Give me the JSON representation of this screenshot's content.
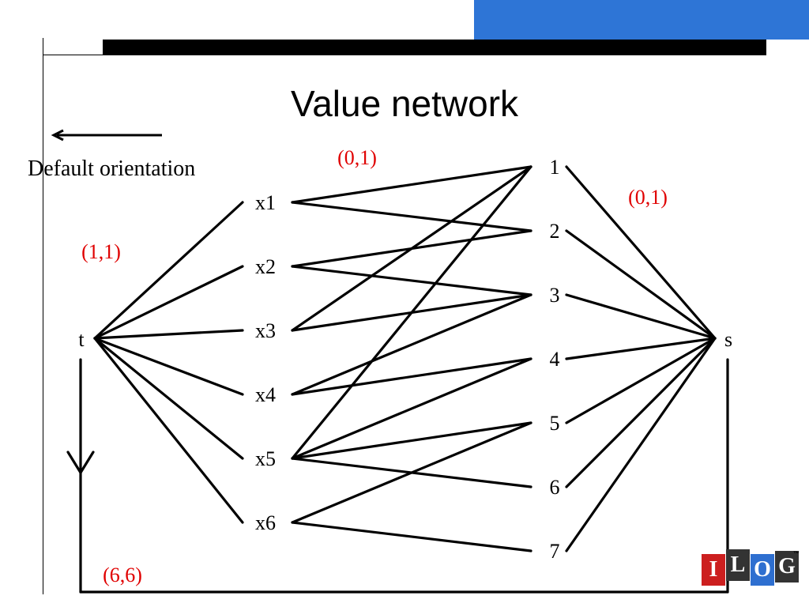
{
  "title": "Value network",
  "orientation_label": "Default orientation",
  "colors": {
    "header_blue": "#2e75d6",
    "capacity_red": "#e00000",
    "logo_red": "#cc1f1f",
    "logo_blue": "#2e6fd0",
    "logo_dark": "#333333"
  },
  "nodes": {
    "source": "t",
    "sink": "s",
    "variables": [
      "x1",
      "x2",
      "x3",
      "x4",
      "x5",
      "x6"
    ],
    "values": [
      "1",
      "2",
      "3",
      "4",
      "5",
      "6",
      "7"
    ]
  },
  "capacities": {
    "source_edges": "(1,1)",
    "var_value_edges": "(0,1)",
    "value_sink_edges": "(0,1)",
    "return_edge": "(6,6)"
  },
  "edges": {
    "source_to_var": [
      "x1",
      "x2",
      "x3",
      "x4",
      "x5",
      "x6"
    ],
    "var_to_value": [
      [
        "x1",
        "1"
      ],
      [
        "x1",
        "2"
      ],
      [
        "x2",
        "2"
      ],
      [
        "x2",
        "3"
      ],
      [
        "x3",
        "1"
      ],
      [
        "x3",
        "3"
      ],
      [
        "x4",
        "3"
      ],
      [
        "x4",
        "4"
      ],
      [
        "x5",
        "1"
      ],
      [
        "x5",
        "4"
      ],
      [
        "x5",
        "5"
      ],
      [
        "x5",
        "6"
      ],
      [
        "x6",
        "5"
      ],
      [
        "x6",
        "7"
      ]
    ],
    "value_to_sink": [
      "1",
      "2",
      "3",
      "4",
      "5",
      "6",
      "7"
    ]
  },
  "logo": {
    "letters": [
      "I",
      "L",
      "O",
      "G"
    ],
    "trademark": "™"
  }
}
